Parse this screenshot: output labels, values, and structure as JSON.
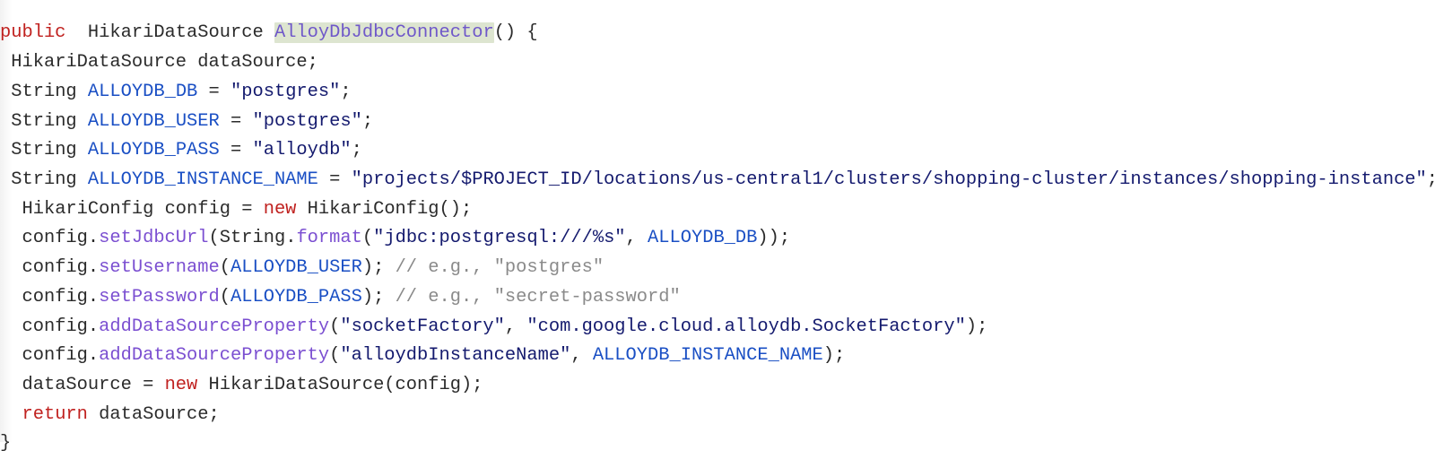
{
  "viewer": {
    "name": "code-snippet-viewer",
    "language": "java",
    "background_color": "#ffffff",
    "gutter_color": "#f2f2f2"
  },
  "theme": {
    "keyword_color": "#c0211f",
    "identifier_color": "#1a4fc4",
    "method_color": "#7b4fd1",
    "string_color": "#141a6e",
    "comment_color": "#8a8a8a",
    "plain_color": "#2b2b2b",
    "highlight_background": "#dde5d0",
    "highlight_text_color": "#6f58c9"
  },
  "code": {
    "lines": [
      {
        "indent": "",
        "tokens": [
          {
            "t": "keyword",
            "v": "public"
          },
          {
            "t": "plain",
            "v": "  "
          },
          {
            "t": "type",
            "v": "HikariDataSource"
          },
          {
            "t": "plain",
            "v": " "
          },
          {
            "t": "highlight",
            "v": "AlloyDbJdbcConnector"
          },
          {
            "t": "punct",
            "v": "() {"
          }
        ]
      },
      {
        "indent": " ",
        "tokens": [
          {
            "t": "type",
            "v": "HikariDataSource"
          },
          {
            "t": "plain",
            "v": " dataSource;"
          }
        ]
      },
      {
        "indent": " ",
        "tokens": [
          {
            "t": "type",
            "v": "String"
          },
          {
            "t": "plain",
            "v": " "
          },
          {
            "t": "ident",
            "v": "ALLOYDB_DB"
          },
          {
            "t": "plain",
            "v": " = "
          },
          {
            "t": "string",
            "v": "\"postgres\""
          },
          {
            "t": "punct",
            "v": ";"
          }
        ]
      },
      {
        "indent": " ",
        "tokens": [
          {
            "t": "type",
            "v": "String"
          },
          {
            "t": "plain",
            "v": " "
          },
          {
            "t": "ident",
            "v": "ALLOYDB_USER"
          },
          {
            "t": "plain",
            "v": " = "
          },
          {
            "t": "string",
            "v": "\"postgres\""
          },
          {
            "t": "punct",
            "v": ";"
          }
        ]
      },
      {
        "indent": " ",
        "tokens": [
          {
            "t": "type",
            "v": "String"
          },
          {
            "t": "plain",
            "v": " "
          },
          {
            "t": "ident",
            "v": "ALLOYDB_PASS"
          },
          {
            "t": "plain",
            "v": " = "
          },
          {
            "t": "string",
            "v": "\"alloydb\""
          },
          {
            "t": "punct",
            "v": ";"
          }
        ]
      },
      {
        "indent": " ",
        "tokens": [
          {
            "t": "type",
            "v": "String"
          },
          {
            "t": "plain",
            "v": " "
          },
          {
            "t": "ident",
            "v": "ALLOYDB_INSTANCE_NAME"
          },
          {
            "t": "plain",
            "v": " = "
          },
          {
            "t": "string",
            "v": "\"projects/$PROJECT_ID/locations/us-central1/clusters/shopping-cluster/instances/shopping-instance\""
          },
          {
            "t": "punct",
            "v": ";"
          }
        ]
      },
      {
        "indent": "  ",
        "tokens": [
          {
            "t": "type",
            "v": "HikariConfig"
          },
          {
            "t": "plain",
            "v": " config = "
          },
          {
            "t": "keyword",
            "v": "new"
          },
          {
            "t": "plain",
            "v": " HikariConfig();"
          }
        ]
      },
      {
        "indent": "  ",
        "tokens": [
          {
            "t": "plain",
            "v": "config."
          },
          {
            "t": "method",
            "v": "setJdbcUrl"
          },
          {
            "t": "punct",
            "v": "("
          },
          {
            "t": "type",
            "v": "String"
          },
          {
            "t": "punct",
            "v": "."
          },
          {
            "t": "method",
            "v": "format"
          },
          {
            "t": "punct",
            "v": "("
          },
          {
            "t": "string",
            "v": "\"jdbc:postgresql:///%s\""
          },
          {
            "t": "plain",
            "v": ", "
          },
          {
            "t": "ident",
            "v": "ALLOYDB_DB"
          },
          {
            "t": "punct",
            "v": "));"
          }
        ]
      },
      {
        "indent": "  ",
        "tokens": [
          {
            "t": "plain",
            "v": "config."
          },
          {
            "t": "method",
            "v": "setUsername"
          },
          {
            "t": "punct",
            "v": "("
          },
          {
            "t": "ident",
            "v": "ALLOYDB_USER"
          },
          {
            "t": "punct",
            "v": "); "
          },
          {
            "t": "comment",
            "v": "// e.g., \"postgres\""
          }
        ]
      },
      {
        "indent": "  ",
        "tokens": [
          {
            "t": "plain",
            "v": "config."
          },
          {
            "t": "method",
            "v": "setPassword"
          },
          {
            "t": "punct",
            "v": "("
          },
          {
            "t": "ident",
            "v": "ALLOYDB_PASS"
          },
          {
            "t": "punct",
            "v": "); "
          },
          {
            "t": "comment",
            "v": "// e.g., \"secret-password\""
          }
        ]
      },
      {
        "indent": "  ",
        "tokens": [
          {
            "t": "plain",
            "v": "config."
          },
          {
            "t": "method",
            "v": "addDataSourceProperty"
          },
          {
            "t": "punct",
            "v": "("
          },
          {
            "t": "string",
            "v": "\"socketFactory\""
          },
          {
            "t": "plain",
            "v": ", "
          },
          {
            "t": "string",
            "v": "\"com.google.cloud.alloydb.SocketFactory\""
          },
          {
            "t": "punct",
            "v": ");"
          }
        ]
      },
      {
        "indent": "  ",
        "tokens": [
          {
            "t": "plain",
            "v": "config."
          },
          {
            "t": "method",
            "v": "addDataSourceProperty"
          },
          {
            "t": "punct",
            "v": "("
          },
          {
            "t": "string",
            "v": "\"alloydbInstanceName\""
          },
          {
            "t": "plain",
            "v": ", "
          },
          {
            "t": "ident",
            "v": "ALLOYDB_INSTANCE_NAME"
          },
          {
            "t": "punct",
            "v": ");"
          }
        ]
      },
      {
        "indent": "  ",
        "tokens": [
          {
            "t": "plain",
            "v": "dataSource = "
          },
          {
            "t": "keyword",
            "v": "new"
          },
          {
            "t": "plain",
            "v": " HikariDataSource(config);"
          }
        ]
      },
      {
        "indent": "  ",
        "tokens": [
          {
            "t": "keyword",
            "v": "return"
          },
          {
            "t": "plain",
            "v": " dataSource;"
          }
        ]
      },
      {
        "indent": "",
        "tokens": [
          {
            "t": "punct",
            "v": "}"
          }
        ]
      }
    ]
  }
}
